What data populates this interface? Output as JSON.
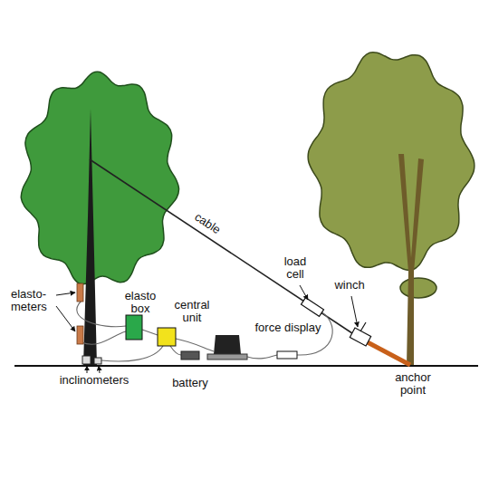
{
  "diagram": {
    "labels": [
      "cable",
      "load cell",
      "winch",
      "elasto- meters",
      "elasto box",
      "central unit",
      "force display",
      "inclinometers",
      "battery",
      "anchor point"
    ]
  }
}
